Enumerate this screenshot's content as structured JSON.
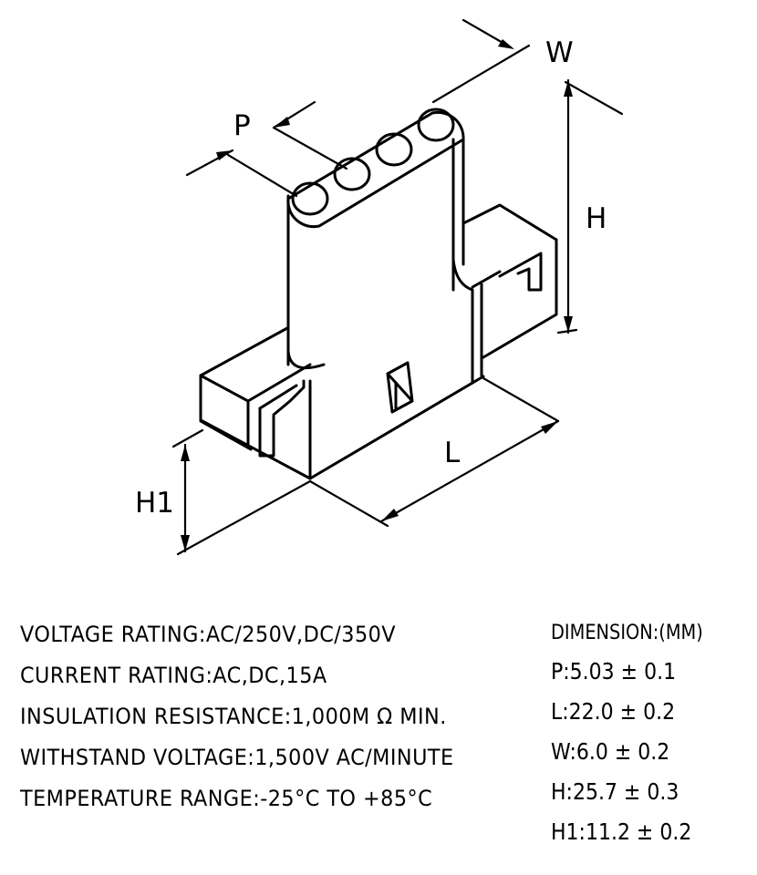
{
  "drawing": {
    "labels": {
      "w": "W",
      "p": "P",
      "h": "H",
      "l": "L",
      "h1": "H1"
    }
  },
  "specifications": [
    "VOLTAGE RATING:AC/250V,DC/350V",
    "CURRENT RATING:AC,DC,15A",
    "INSULATION RESISTANCE:1,000M Ω MIN.",
    "WITHSTAND VOLTAGE:1,500V AC/MINUTE",
    "TEMPERATURE RANGE:-25°C TO +85°C"
  ],
  "dimensions": {
    "title": "DIMENSION:(MM)",
    "items": [
      "P:5.03 ± 0.1",
      "L:22.0 ± 0.2",
      "W:6.0 ± 0.2",
      "H:25.7 ± 0.3",
      "H1:11.2 ± 0.2"
    ]
  }
}
